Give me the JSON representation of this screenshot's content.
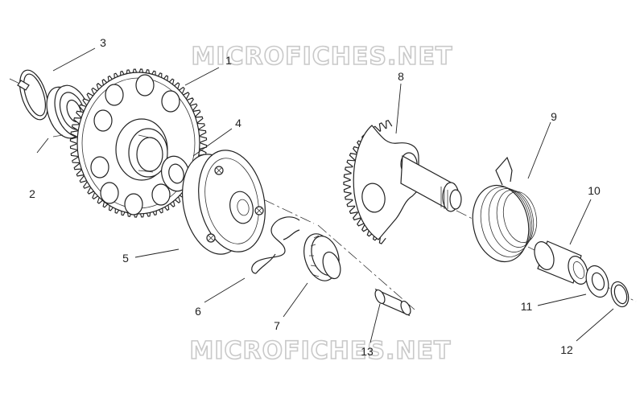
{
  "watermark": {
    "top": "MICROFICHES.NET",
    "bottom": "MICROFICHES.NET"
  },
  "callouts": [
    {
      "id": "1",
      "text": "1"
    },
    {
      "id": "2",
      "text": "2"
    },
    {
      "id": "3",
      "text": "3"
    },
    {
      "id": "4",
      "text": "4"
    },
    {
      "id": "5",
      "text": "5"
    },
    {
      "id": "6",
      "text": "6"
    },
    {
      "id": "7",
      "text": "7"
    },
    {
      "id": "8",
      "text": "8"
    },
    {
      "id": "9",
      "text": "9"
    },
    {
      "id": "10",
      "text": "10"
    },
    {
      "id": "11",
      "text": "11"
    },
    {
      "id": "12",
      "text": "12"
    },
    {
      "id": "13",
      "text": "13"
    }
  ],
  "colors": {
    "line": "#222222",
    "watermark_outline": "#c9c9c9",
    "background": "#ffffff"
  }
}
